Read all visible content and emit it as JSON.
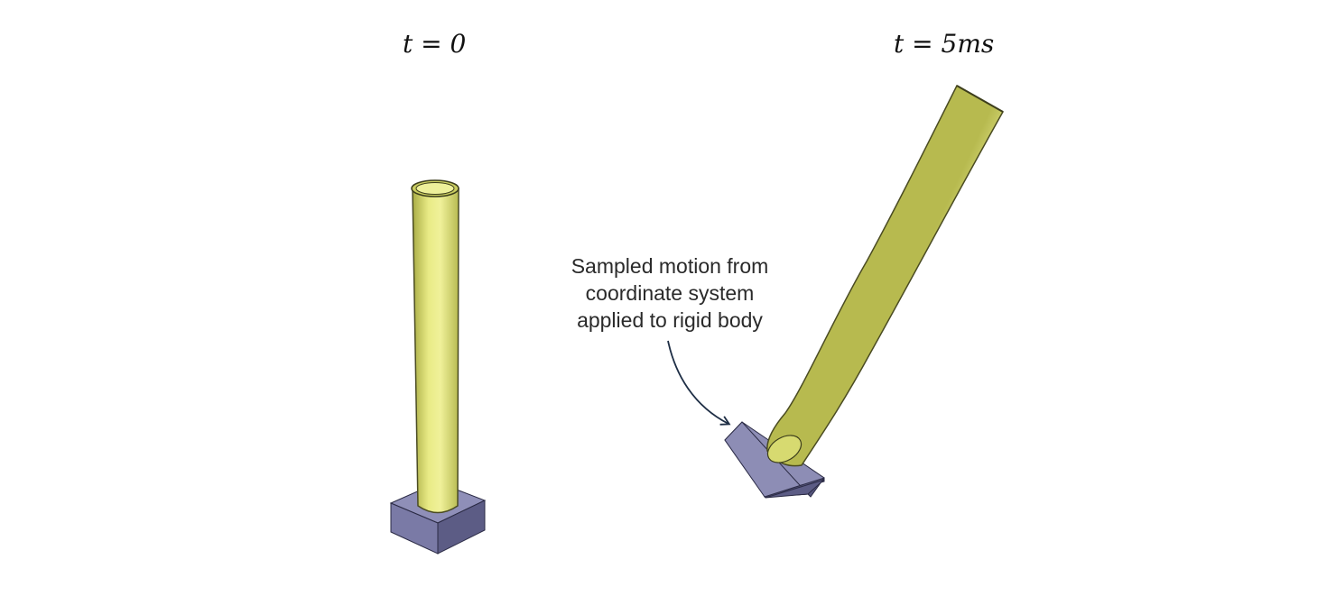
{
  "labels": {
    "initial_time": "t = 0",
    "later_time": "t = 5ms"
  },
  "annotation": {
    "lines": [
      "Sampled motion from",
      "coordinate system",
      "applied to rigid body"
    ]
  },
  "colors": {
    "tube": "#e6e87e",
    "tube_shade": "#b5b84a",
    "tube_outline": "#4a4b22",
    "block_top": "#8d8db5",
    "block_front": "#6b6b95",
    "block_side": "#55557c",
    "arrow": "#1e2e45"
  }
}
